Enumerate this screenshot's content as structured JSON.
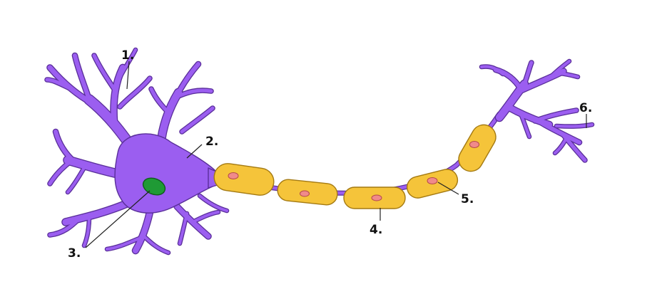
{
  "diagram": {
    "labels": [
      "1.",
      "2.",
      "3.",
      "4.",
      "5.",
      "6."
    ]
  },
  "colors": {
    "neuron_fill": "#9b5ef0",
    "neuron_outline": "#5a2f9a",
    "myelin_sheath": "#f5c43a",
    "schwann_nucleus": "#f08a8a",
    "cell_nucleus": "#1f9a35"
  }
}
